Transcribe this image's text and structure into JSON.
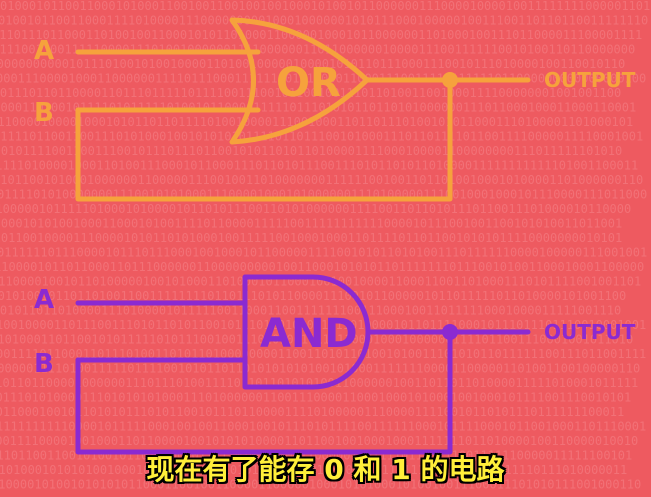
{
  "colors": {
    "background": "#ee5a60",
    "binary_texture": "#f7858a",
    "or_circuit": "#f6a23c",
    "and_circuit": "#8b2ad1",
    "subtitle": "#ffef3a"
  },
  "or_circuit": {
    "input_a": "A",
    "input_b": "B",
    "gate_label": "OR",
    "output_label": "OUTPUT"
  },
  "and_circuit": {
    "input_a": "A",
    "input_b": "B",
    "gate_label": "AND",
    "output_label": "OUTPUT"
  },
  "subtitle": "现在有了能存 0 和 1 的电路"
}
